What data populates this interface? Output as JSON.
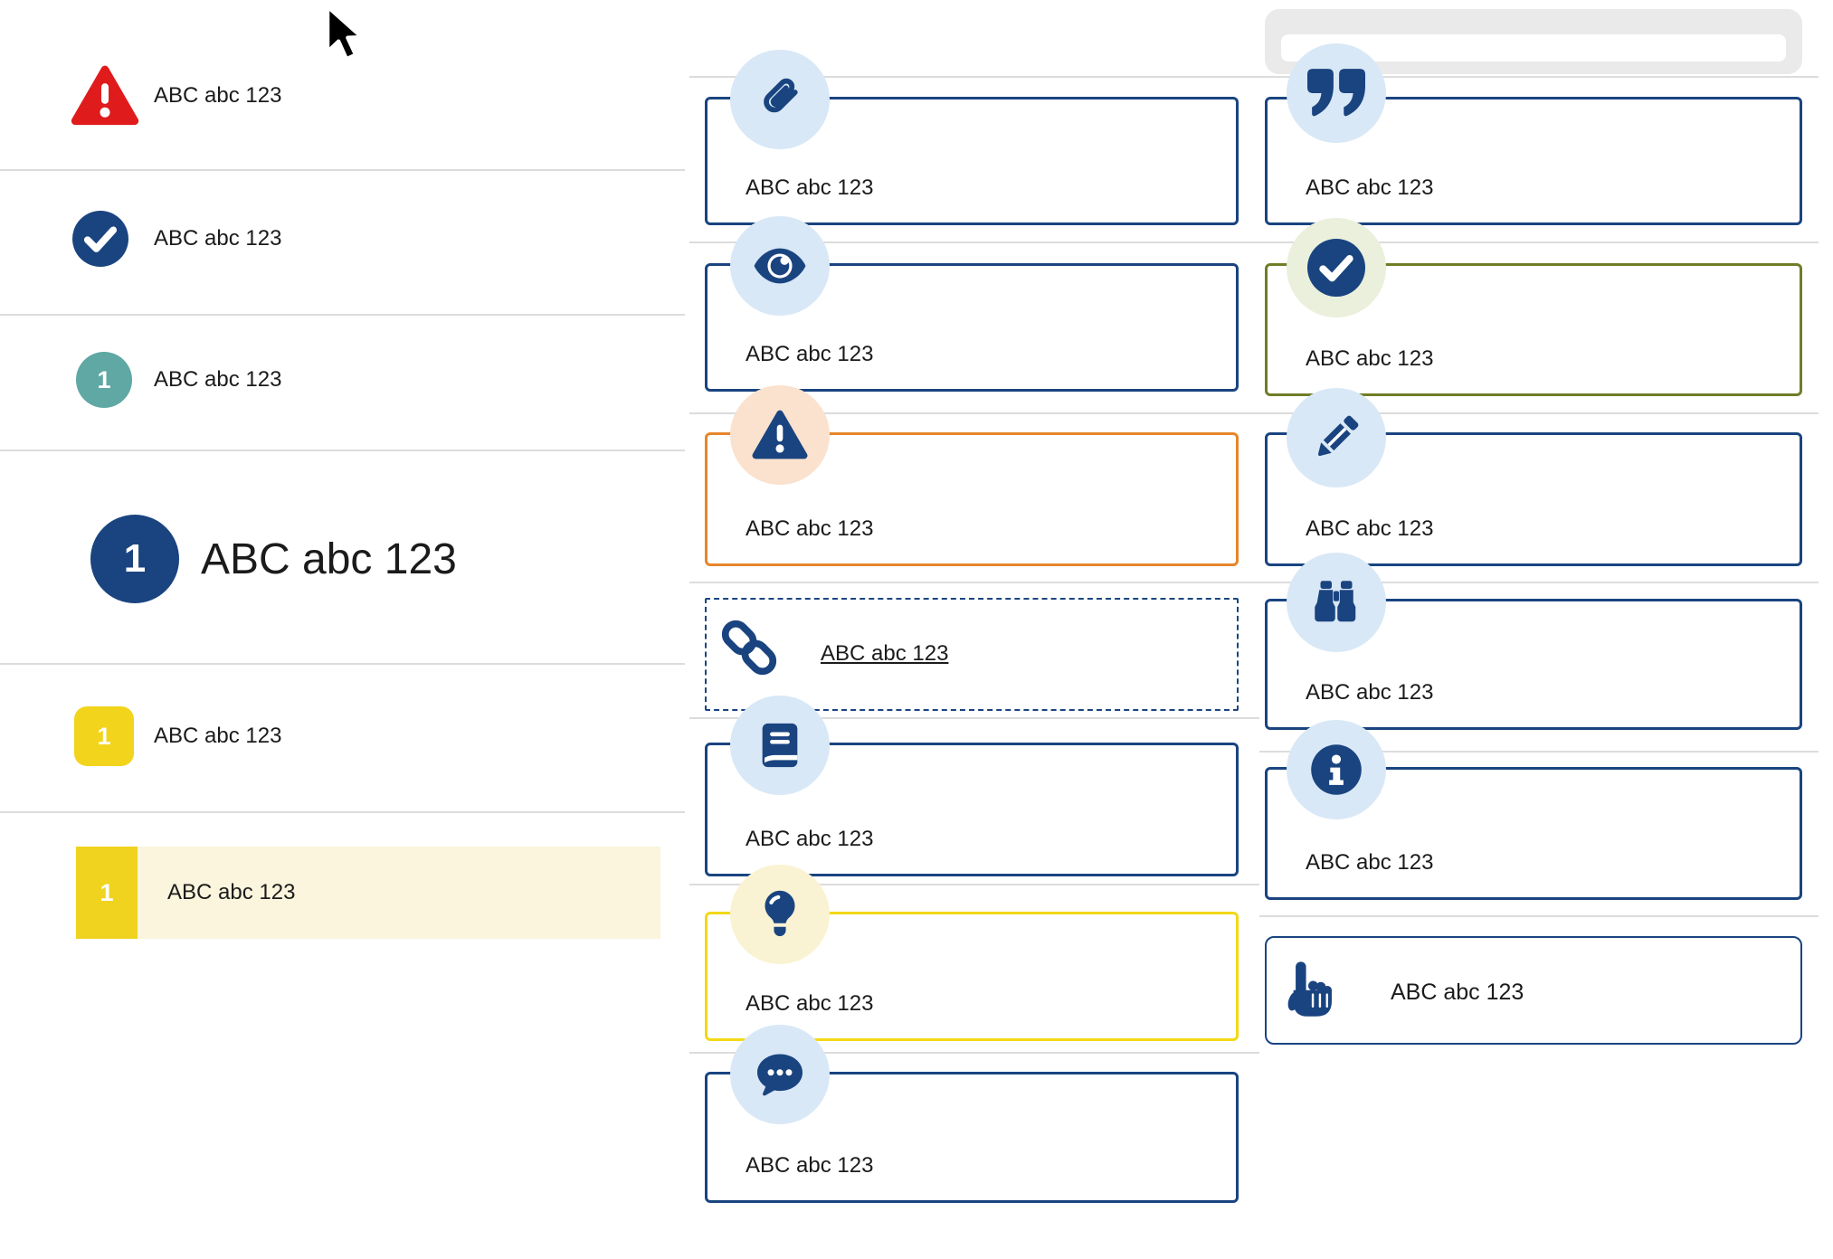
{
  "colors": {
    "navy": "#1a4480",
    "light_blue_circle": "#d9e8f6",
    "error_red": "#df1b1b",
    "teal": "#5fa8a4",
    "yellow_badge": "#f2d41c",
    "yellow_border": "#f3d816",
    "row_highlight": "#faf5dc",
    "cream_circle": "#faf3d3",
    "orange_border": "#e6862b",
    "peach_circle": "#fbe2ce",
    "olive_border": "#6f7d27",
    "pale_green_circle": "#eaf0dc",
    "divider_grey": "#dcdcdc",
    "text": "#1b1b1b"
  },
  "left": {
    "items": [
      {
        "icon": "warning-triangle",
        "label": "ABC abc 123"
      },
      {
        "icon": "check-circle",
        "label": "ABC abc 123"
      },
      {
        "badge": "1",
        "label": "ABC abc 123"
      },
      {
        "badge": "1",
        "label": "ABC abc 123"
      },
      {
        "badge": "1",
        "label": "ABC abc 123"
      },
      {
        "badge": "1",
        "label": "ABC abc 123"
      }
    ]
  },
  "middle": {
    "items": [
      {
        "icon": "paperclip",
        "label": "ABC abc 123"
      },
      {
        "icon": "eye",
        "label": "ABC abc 123"
      },
      {
        "icon": "warning-triangle",
        "label": "ABC abc 123"
      },
      {
        "icon": "link",
        "label": "ABC abc 123"
      },
      {
        "icon": "book",
        "label": "ABC abc 123"
      },
      {
        "icon": "lightbulb",
        "label": "ABC abc 123"
      },
      {
        "icon": "chat",
        "label": "ABC abc 123"
      }
    ]
  },
  "right": {
    "items": [
      {
        "icon": "quote",
        "label": "ABC abc 123"
      },
      {
        "icon": "check-circle",
        "label": "ABC abc 123"
      },
      {
        "icon": "pencil",
        "label": "ABC abc 123"
      },
      {
        "icon": "binoculars",
        "label": "ABC abc 123"
      },
      {
        "icon": "info",
        "label": "ABC abc 123"
      },
      {
        "icon": "hand-pointer",
        "label": "ABC abc 123"
      }
    ]
  }
}
